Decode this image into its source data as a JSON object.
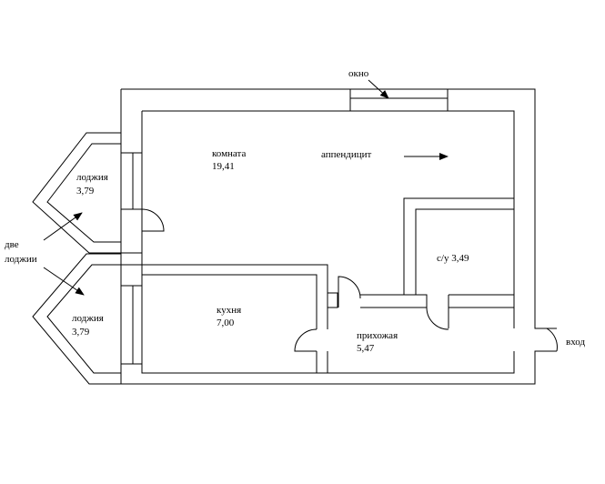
{
  "labels": {
    "window": "окно",
    "appendix": "аппендицит",
    "entrance": "вход",
    "two_loggias_line1": "две",
    "two_loggias_line2": "лоджии"
  },
  "rooms": {
    "room": {
      "name": "комната",
      "area": "19,41"
    },
    "loggia_top": {
      "name": "лоджия",
      "area": "3,79"
    },
    "loggia_bot": {
      "name": "лоджия",
      "area": "3,79"
    },
    "bathroom": {
      "name": "с/у",
      "area": "3,49"
    },
    "kitchen": {
      "name": "кухня",
      "area": "7,00"
    },
    "hallway": {
      "name": "прихожая",
      "area": "5,47"
    }
  },
  "colors": {
    "line": "#000000",
    "background": "#ffffff"
  }
}
